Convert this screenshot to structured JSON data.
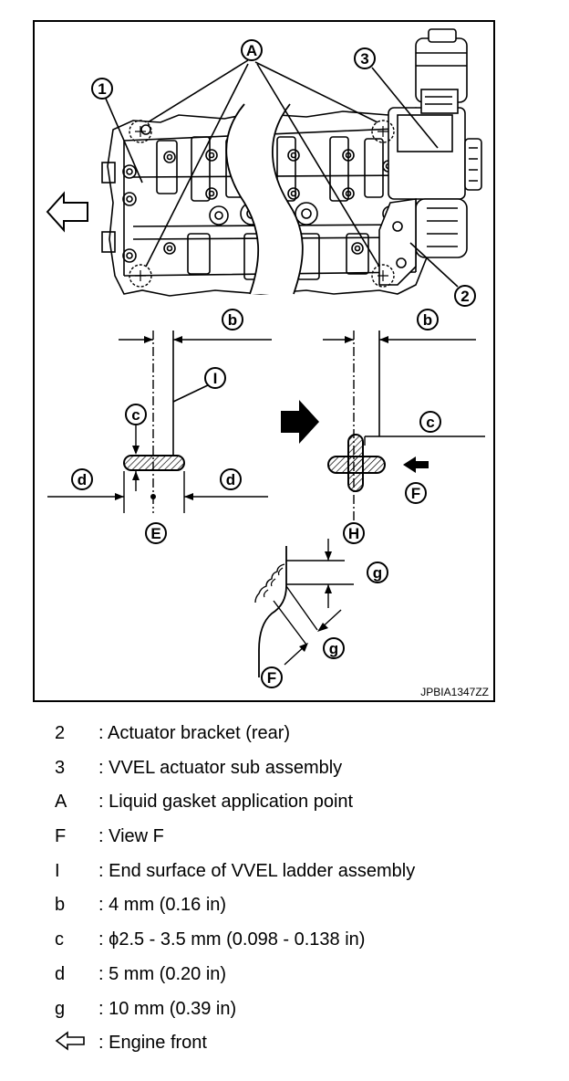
{
  "figure": {
    "code": "JPBIA1347ZZ",
    "callouts": {
      "one": "1",
      "two": "2",
      "three": "3",
      "A": "A",
      "b": "b",
      "c": "c",
      "d": "d",
      "E": "E",
      "F": "F",
      "g": "g",
      "H": "H",
      "I": "I"
    }
  },
  "legend": [
    {
      "key": "2",
      "text": ": Actuator bracket (rear)"
    },
    {
      "key": "3",
      "text": ": VVEL actuator sub assembly"
    },
    {
      "key": "A",
      "text": ": Liquid gasket application point"
    },
    {
      "key": "F",
      "text": ": View F"
    },
    {
      "key": "I",
      "text": ": End surface of VVEL ladder assembly"
    },
    {
      "key": "b",
      "text": ": 4 mm (0.16 in)"
    },
    {
      "key": "c",
      "text": ": ϕ2.5 - 3.5 mm (0.098 - 0.138 in)"
    },
    {
      "key": "d",
      "text": ": 5 mm (0.20 in)"
    },
    {
      "key": "g",
      "text": ": 10 mm (0.39 in)"
    },
    {
      "key": "",
      "icon": "engine-front-arrow-icon",
      "text": ": Engine front"
    }
  ]
}
